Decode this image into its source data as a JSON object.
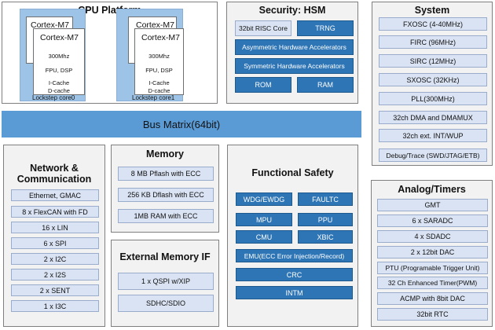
{
  "cpu": {
    "title": "CPU Platform",
    "cores": [
      {
        "back_label": "Cortex-M7",
        "title": "Cortex-M7",
        "freq": "300Mhz",
        "fpu": "FPU, DSP",
        "icache": "I-Cache",
        "dcache": "D-cache",
        "caption": "Lockstep core0"
      },
      {
        "back_label": "Cortex-M7",
        "title": "Cortex-M7",
        "freq": "300Mhz",
        "fpu": "FPU, DSP",
        "icache": "I-Cache",
        "dcache": "D-cache",
        "caption": "Lockstep core1"
      }
    ]
  },
  "security": {
    "title": "Security: HSM",
    "risc_core": "32bit RISC Core",
    "trng": "TRNG",
    "asym": "Asymmetric Hardware Accelerators",
    "sym": "Symmetric Hardware Accelerators",
    "rom": "ROM",
    "ram": "RAM"
  },
  "system": {
    "title": "System",
    "items": [
      "FXOSC (4-40MHz)",
      "FIRC (96MHz)",
      "SIRC (12MHz)",
      "SXOSC (32KHz)",
      "PLL(300MHz)",
      "32ch DMA and DMAMUX",
      "32ch ext. INT/WUP",
      "Debug/Trace (SWD/JTAG/ETB)"
    ]
  },
  "bus": {
    "label": "Bus Matrix(64bit)"
  },
  "network": {
    "title_line1": "Network &",
    "title_line2": "Communication",
    "items": [
      "Ethernet, GMAC",
      "8 x FlexCAN with FD",
      "16 x LIN",
      "6 x SPI",
      "2 x I2C",
      "2 x I2S",
      "2 x SENT",
      "1 x I3C"
    ]
  },
  "memory": {
    "title": "Memory",
    "items": [
      "8 MB Pflash with ECC",
      "256 KB Dflash with ECC",
      "1MB RAM with ECC"
    ]
  },
  "ext_memory": {
    "title": "External Memory IF",
    "items": [
      "1 x QSPI w/XIP",
      "SDHC/SDIO"
    ]
  },
  "safety": {
    "title": "Functional Safety",
    "wdg": "WDG/EWDG",
    "faultc": "FAULTC",
    "mpu": "MPU",
    "ppu": "PPU",
    "cmu": "CMU",
    "xbic": "XBIC",
    "emu": "EMU(ECC Error Injection/Record)",
    "crc": "CRC",
    "intm": "INTM"
  },
  "analog": {
    "title": "Analog/Timers",
    "items": [
      "GMT",
      "6 x SARADC",
      "4 x SDADC",
      "2 x 12bit DAC",
      "PTU (Programable Trigger Unit)",
      "32 Ch Enhanced Timer(PWM)",
      "ACMP with 8bit DAC",
      "32bit RTC"
    ]
  }
}
